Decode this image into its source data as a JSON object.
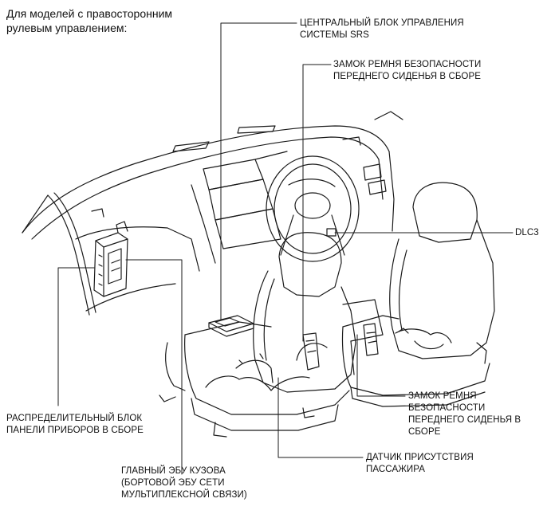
{
  "caption": "Для моделей с правосторонним\nрулевым управлением:",
  "labels": {
    "srs_unit": "ЦЕНТРАЛЬНЫЙ БЛОК УПРАВЛЕНИЯ\nСИСТЕМЫ SRS",
    "buckle_upper": "ЗАМОК РЕМНЯ БЕЗОПАСНОСТИ\nПЕРЕДНЕГО СИДЕНЬЯ В СБОРЕ",
    "dlc3": "DLC3",
    "buckle_lower": "ЗАМОК РЕМНЯ\nБЕЗОПАСНОСТИ\nПЕРЕДНЕГО СИДЕНЬЯ В\nСБОРЕ",
    "junction_block": "РАСПРЕДЕЛИТЕЛЬНЫЙ БЛОК\nПАНЕЛИ ПРИБОРОВ В СБОРЕ",
    "occupant_sensor": "ДАТЧИК ПРИСУТСТВИЯ\nПАССАЖИРА",
    "body_ecu": "ГЛАВНЫЙ ЭБУ КУЗОВА\n(БОРТОВОЙ ЭБУ СЕТИ\nМУЛЬТИПЛЕКСНОЙ СВЯЗИ)"
  }
}
